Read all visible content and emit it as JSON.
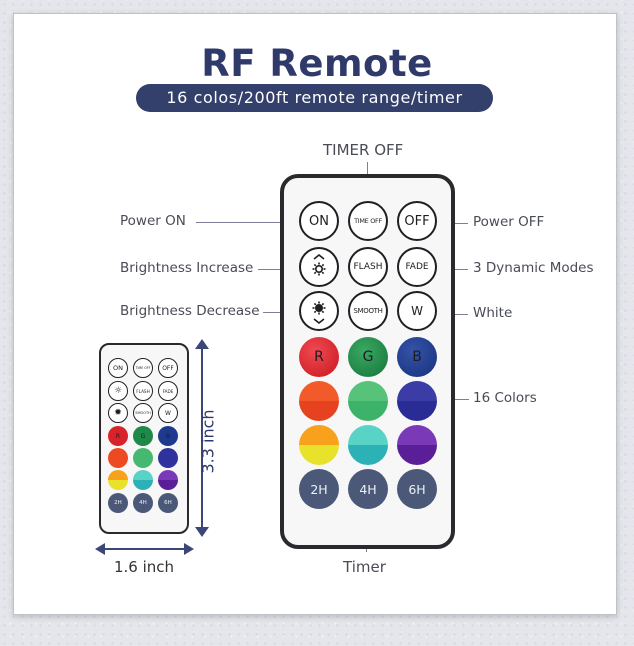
{
  "header": {
    "title": "RF Remote",
    "subtitle": "16 colos/200ft remote range/timer"
  },
  "labels": {
    "timer_off": "TIMER OFF",
    "power_on": "Power ON",
    "power_off": "Power OFF",
    "brightness_increase": "Brightness Increase",
    "dynamic_modes": "3 Dynamic Modes",
    "brightness_decrease": "Brightness Decrease",
    "white": "White",
    "colors": "16 Colors",
    "timer": "Timer",
    "height": "3.3 inch",
    "width": "1.6 inch"
  },
  "buttons": {
    "on": "ON",
    "timer_off": "TIME OFF",
    "off": "OFF",
    "flash": "FLASH",
    "fade": "FADE",
    "smooth": "SMOOTH",
    "white": "W",
    "red": "R",
    "green": "G",
    "blue": "B",
    "t2h": "2H",
    "t4h": "4H",
    "t6h": "6H"
  },
  "colors": {
    "title": "#2f3a6b",
    "badge": "#34406c",
    "red": "#d8232a",
    "green": "#1f8a47",
    "blue": "#1e3a8f",
    "timer_button": "#4a5a78"
  },
  "icons": [
    "brightness-up-icon",
    "brightness-down-icon"
  ]
}
